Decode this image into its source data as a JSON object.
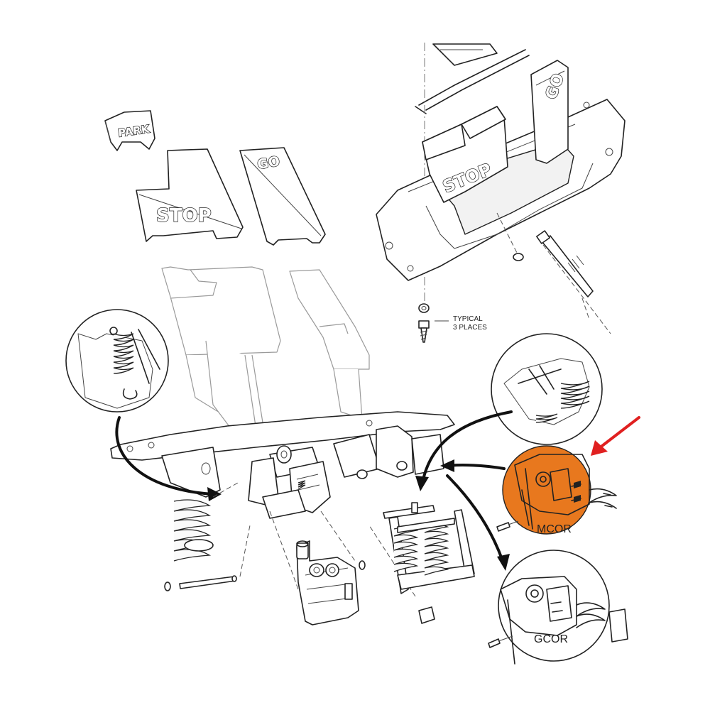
{
  "pads": {
    "park": "PARK",
    "stop": "STOP",
    "go": "GO"
  },
  "assembly": {
    "stop": "STOP",
    "go": "GO"
  },
  "callout_typical": {
    "line1": "TYPICAL",
    "line2": "3 PLACES"
  },
  "highlight": {
    "label": "MCOR",
    "color": "#e8781e",
    "arrow_color": "#e02020"
  },
  "gcor": {
    "label": "GCOR"
  }
}
